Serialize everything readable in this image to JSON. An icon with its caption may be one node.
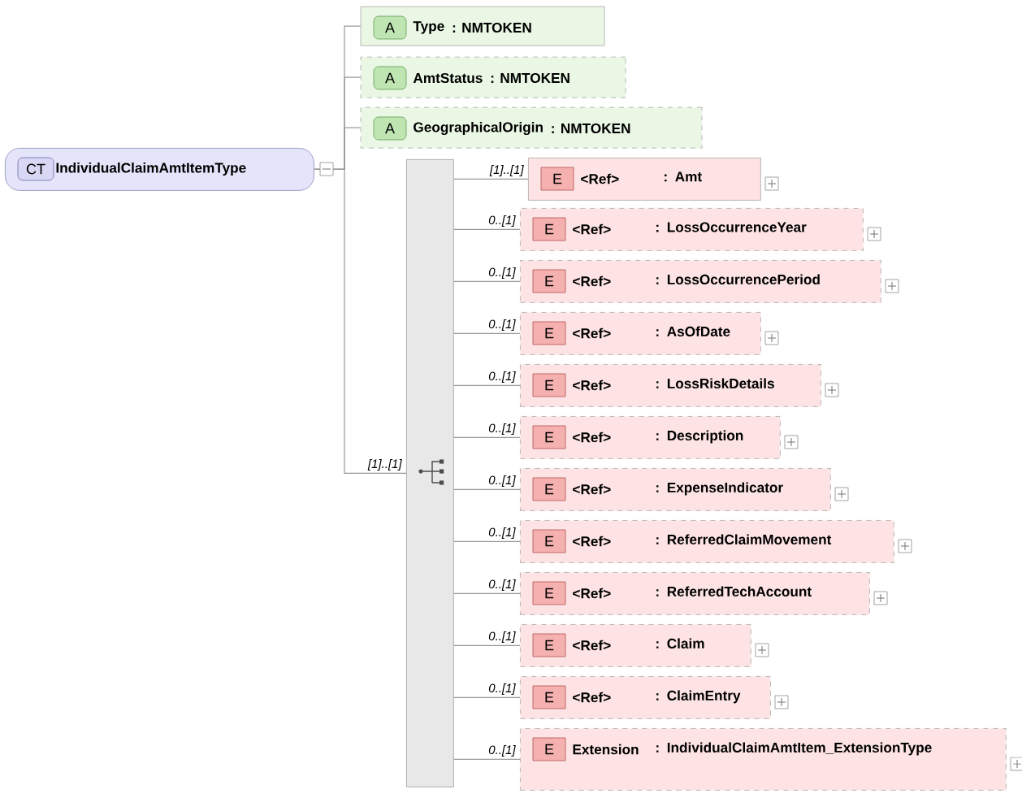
{
  "diagram": {
    "nodes": [
      {
        "text": [
          "CT",
          "IndividualClaimAmtItemType"
        ]
      },
      {
        "text": [
          "A",
          "Type",
          ": NMTOKEN"
        ]
      },
      {
        "text": [
          "A",
          "AmtStatus",
          ": NMTOKEN"
        ]
      },
      {
        "text": [
          "A",
          "GeographicalOrigin",
          ": NMTOKEN"
        ]
      },
      {
        "text": [],
        "shape": "bar"
      },
      {
        "text": [
          "E",
          "<Ref>",
          ": Amt"
        ]
      },
      {
        "text": [
          "E",
          "<Ref>",
          ": LossOccurrenceYear"
        ]
      },
      {
        "text": [
          "E",
          "<Ref>",
          ": LossOccurrencePeriod"
        ]
      },
      {
        "text": [
          "E",
          "<Ref>",
          ": AsOfDate"
        ]
      },
      {
        "text": [
          "E",
          "<Ref>",
          ": LossRiskDetails"
        ]
      },
      {
        "text": [
          "E",
          "<Ref>",
          ": Description"
        ]
      },
      {
        "text": [
          "E",
          "<Ref>",
          ": ExpenseIndicator"
        ]
      },
      {
        "text": [
          "E",
          "<Ref>",
          ": ReferredClaimMovement"
        ]
      },
      {
        "text": [
          "E",
          "<Ref>",
          ": ReferredTechAccount"
        ]
      },
      {
        "text": [
          "E",
          "<Ref>",
          ": Claim"
        ]
      },
      {
        "text": [
          "E",
          "<Ref>",
          ": ClaimEntry"
        ]
      },
      {
        "text": [
          "E",
          "Extension",
          ": IndividualClaimAmtItem_ExtensionType"
        ]
      }
    ],
    "edges": [
      {
        "from": 0,
        "to": 1,
        "arrow": "none"
      },
      {
        "from": 0,
        "to": 2,
        "arrow": "none"
      },
      {
        "from": 0,
        "to": 3,
        "arrow": "none"
      },
      {
        "from": 0,
        "to": 4,
        "arrow": "none",
        "label": "[1]..[1]"
      },
      {
        "from": 4,
        "to": 5,
        "arrow": "none",
        "label": "[1]..[1]"
      },
      {
        "from": 4,
        "to": 6,
        "arrow": "none",
        "label": "0..[1]"
      },
      {
        "from": 4,
        "to": 7,
        "arrow": "none",
        "label": "0..[1]"
      },
      {
        "from": 4,
        "to": 8,
        "arrow": "none",
        "label": "0..[1]"
      },
      {
        "from": 4,
        "to": 9,
        "arrow": "none",
        "label": "0..[1]"
      },
      {
        "from": 4,
        "to": 10,
        "arrow": "none",
        "label": "0..[1]"
      },
      {
        "from": 4,
        "to": 11,
        "arrow": "none",
        "label": "0..[1]"
      },
      {
        "from": 4,
        "to": 12,
        "arrow": "none",
        "label": "0..[1]"
      },
      {
        "from": 4,
        "to": 13,
        "arrow": "none",
        "label": "0..[1]"
      },
      {
        "from": 4,
        "to": 14,
        "arrow": "none",
        "label": "0..[1]"
      },
      {
        "from": 4,
        "to": 15,
        "arrow": "none",
        "label": "0..[1]"
      },
      {
        "from": 4,
        "to": 16,
        "arrow": "none",
        "label": "0..[1]"
      }
    ]
  }
}
